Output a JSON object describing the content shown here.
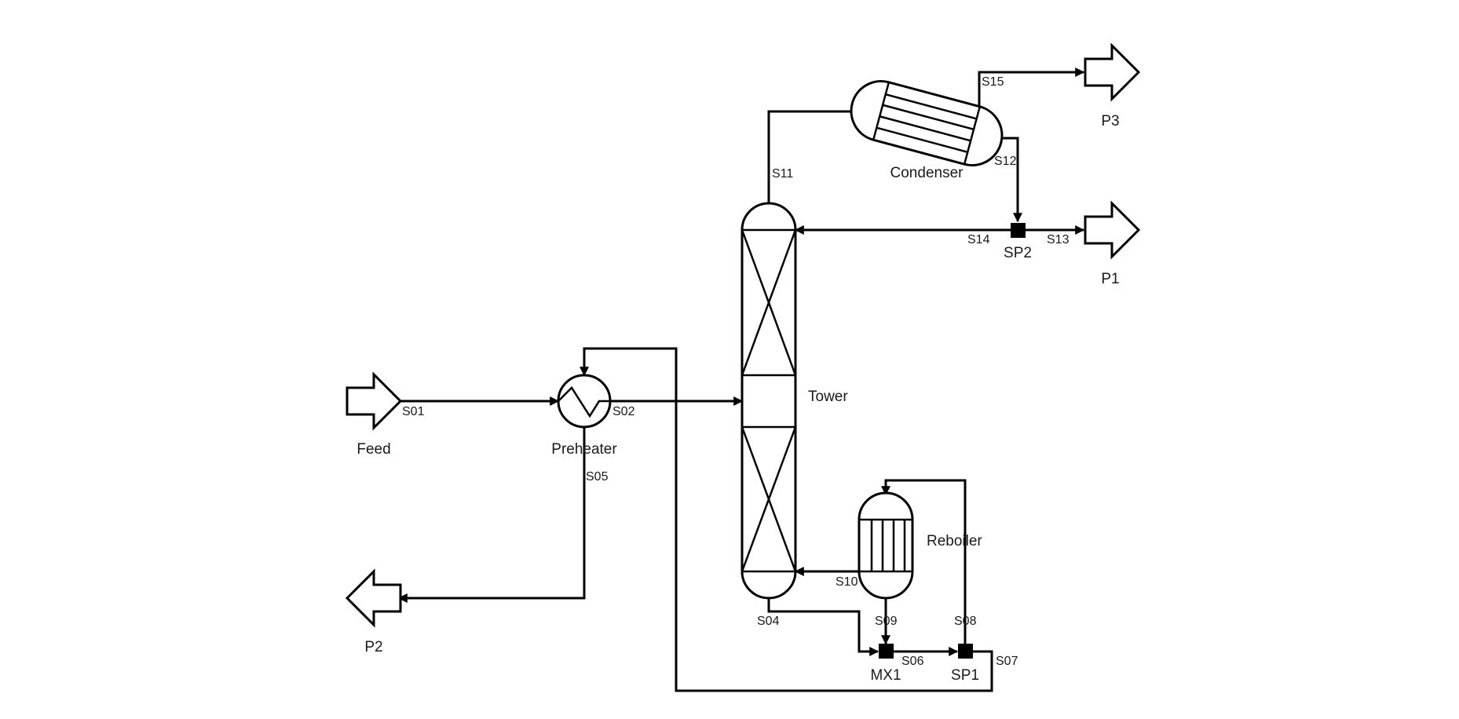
{
  "units": {
    "feed": "Feed",
    "preheater": "Preheater",
    "tower": "Tower",
    "condenser": "Condenser",
    "reboiler": "Reboiler",
    "mx1": "MX1",
    "sp1": "SP1",
    "sp2": "SP2",
    "p1": "P1",
    "p2": "P2",
    "p3": "P3"
  },
  "streams": {
    "s01": "S01",
    "s02": "S02",
    "s04": "S04",
    "s05": "S05",
    "s06": "S06",
    "s07": "S07",
    "s08": "S08",
    "s09": "S09",
    "s10": "S10",
    "s11": "S11",
    "s12": "S12",
    "s13": "S13",
    "s14": "S14",
    "s15": "S15"
  }
}
